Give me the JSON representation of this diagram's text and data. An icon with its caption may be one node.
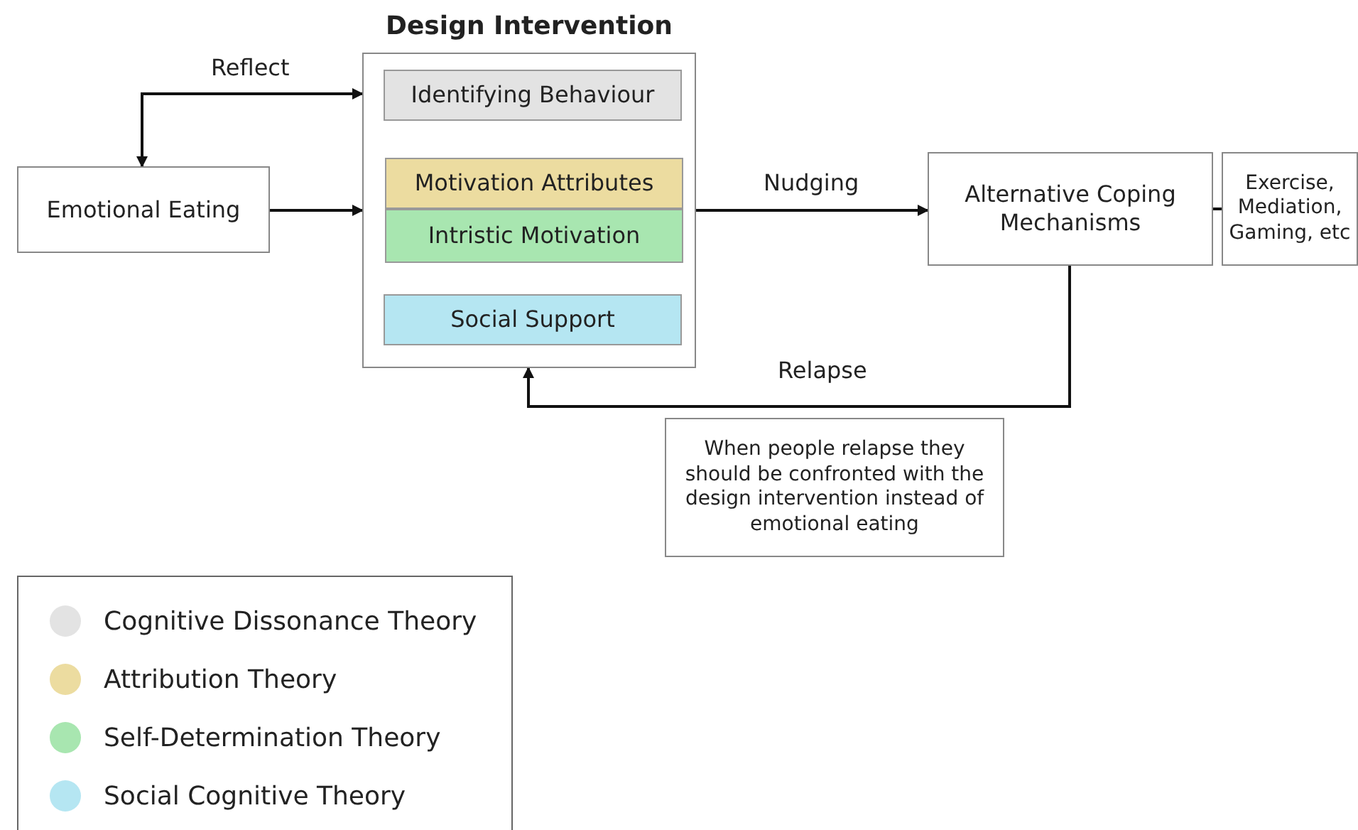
{
  "diagram": {
    "nodes": [
      {
        "text": [
          "Design Intervention"
        ]
      },
      {
        "text": [
          "Identifying Behaviour"
        ],
        "in": 0
      },
      {
        "text": [
          "Motivation Attributes"
        ],
        "in": 0
      },
      {
        "text": [
          "Intristic Motivation"
        ],
        "in": 0
      },
      {
        "text": [
          "Social Support"
        ],
        "in": 0
      },
      {
        "text": [
          "Emotional Eating"
        ]
      },
      {
        "text": [
          "Alternative Coping Mechanisms"
        ]
      },
      {
        "text": [
          "Exercise, Mediation, Gaming, etc"
        ]
      },
      {
        "text": [
          "When people relapse they should be confronted with the design intervention instead of emotional eating"
        ]
      }
    ],
    "edges": [
      {
        "from": 0,
        "to": 5,
        "arrow": "both",
        "label": "Reflect"
      },
      {
        "from": 5,
        "to": 0,
        "arrow": "to"
      },
      {
        "from": 0,
        "to": 6,
        "arrow": "to",
        "label": "Nudging"
      },
      {
        "from": 6,
        "to": 0,
        "arrow": "to",
        "label": "Relapse"
      },
      {
        "from": 6,
        "to": 7,
        "arrow": "none"
      }
    ],
    "legend": [
      {
        "text": "Cognitive Dissonance Theory",
        "color": "#e3e3e3"
      },
      {
        "text": "Attribution Theory",
        "color": "#ecdca0"
      },
      {
        "text": "Self-Determination Theory",
        "color": "#a8e6b0"
      },
      {
        "text": "Social Cognitive Theory",
        "color": "#b5e6f2"
      }
    ]
  }
}
